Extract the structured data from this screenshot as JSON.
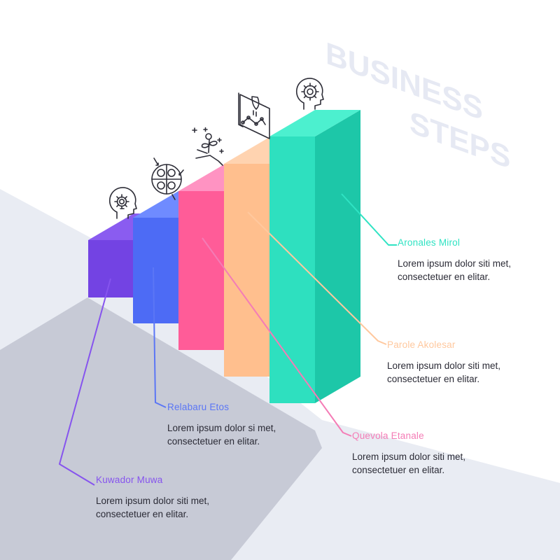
{
  "heading": {
    "line1": "BUSINESS",
    "line2": "STEPS",
    "color": "#e6e9f3"
  },
  "colors": {
    "floor": "#e9ecf3",
    "shadow": "#c7cad6",
    "icon_stroke": "#2e2e38"
  },
  "steps": [
    {
      "title": "Kuwador Muwa",
      "desc_line1": "Lorem ipsum dolor siti met,",
      "desc_line2": "consectetuer en elitar.",
      "icon": "head-lightbulb-icon",
      "color_top": "#8a5cf0",
      "color_front": "#7343e3",
      "color_side": "#6436d0",
      "line_color": "#8654ee"
    },
    {
      "title": "Relabaru Etos",
      "desc_line1": "Lorem ipsum dolor si met,",
      "desc_line2": "consectetuer en elitar.",
      "icon": "bitcoin-exchange-icon",
      "color_top": "#6f8bff",
      "color_front": "#4d6bf5",
      "color_side": "#3f5be5",
      "line_color": "#5b76f5"
    },
    {
      "title": "Quevola Etanale",
      "desc_line1": "Lorem ipsum dolor siti met,",
      "desc_line2": "consectetuer en elitar.",
      "icon": "hand-plant-icon",
      "color_top": "#ff93c2",
      "color_front": "#ff5c98",
      "color_side": "#ef4b87",
      "line_color": "#f47cb6"
    },
    {
      "title": "Parole Akolesar",
      "desc_line1": "Lorem ipsum dolor siti met,",
      "desc_line2": "consectetuer en elitar.",
      "icon": "rocket-chart-icon",
      "color_top": "#ffd3b0",
      "color_front": "#ffbf8e",
      "color_side": "#f5ad7b",
      "line_color": "#ffc89e"
    },
    {
      "title": "Aronales Mirol",
      "desc_line1": "Lorem ipsum dolor siti met,",
      "desc_line2": "consectetuer en elitar.",
      "icon": "head-gear-icon",
      "color_top": "#4cf0cf",
      "color_front": "#2ee0bf",
      "color_side": "#1dc7a8",
      "line_color": "#2fe3c3"
    }
  ]
}
